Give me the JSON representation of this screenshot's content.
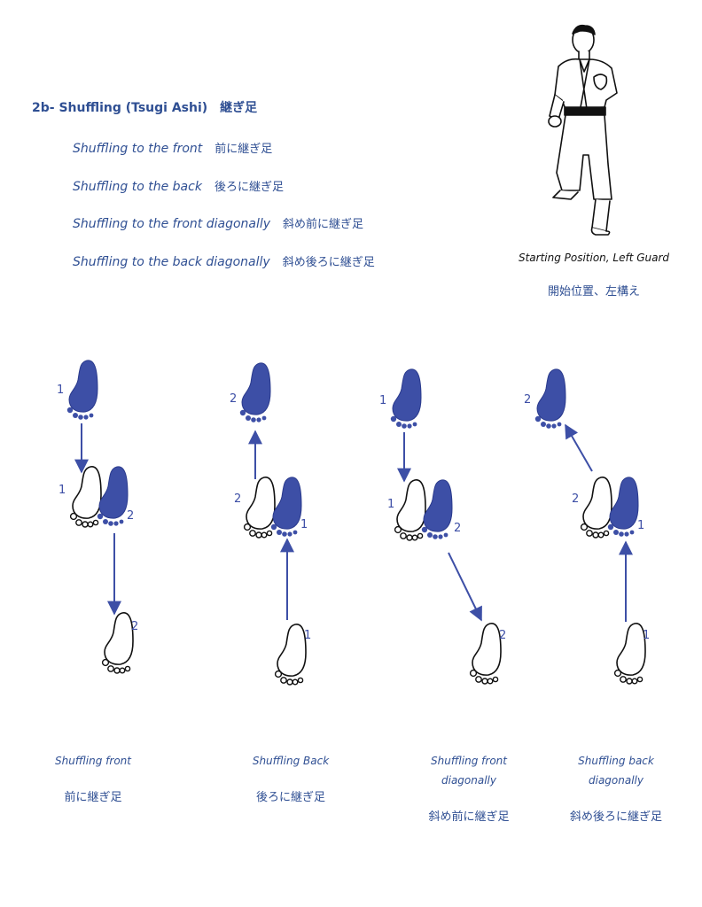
{
  "heading": {
    "en": "2b- Shuffling (Tsugi Ashi)",
    "jp": "継ぎ足"
  },
  "lines": [
    {
      "en": "Shuffling to the front",
      "jp": "前に継ぎ足"
    },
    {
      "en": "Shuffling to the back",
      "jp": "後ろに継ぎ足"
    },
    {
      "en": "Shuffling to the front diagonally",
      "jp": "斜め前に継ぎ足"
    },
    {
      "en": "Shuffling to the back diagonally",
      "jp": "斜め後ろに継ぎ足"
    }
  ],
  "figure": {
    "caption_en": "Starting Position, Left Guard",
    "caption_jp": "開始位置、左構え"
  },
  "diagrams": [
    {
      "label_en_1": "Shuffling front",
      "label_en_2": "",
      "label_jp": "前に継ぎ足",
      "nums": [
        "1",
        "1",
        "2",
        "2"
      ]
    },
    {
      "label_en_1": "Shuffling Back",
      "label_en_2": "",
      "label_jp": "後ろに継ぎ足",
      "nums": [
        "2",
        "2",
        "1",
        "1"
      ]
    },
    {
      "label_en_1": "Shuffling front",
      "label_en_2": "diagonally",
      "label_jp": "斜め前に継ぎ足",
      "nums": [
        "1",
        "1",
        "2",
        "2"
      ]
    },
    {
      "label_en_1": "Shuffling back",
      "label_en_2": "diagonally",
      "label_jp": "斜め後ろに継ぎ足",
      "nums": [
        "2",
        "2",
        "1",
        "1"
      ]
    }
  ],
  "colors": {
    "accent": "#3d4fa6",
    "text_blue": "#2f4f93",
    "foot_outline": "#111111"
  }
}
